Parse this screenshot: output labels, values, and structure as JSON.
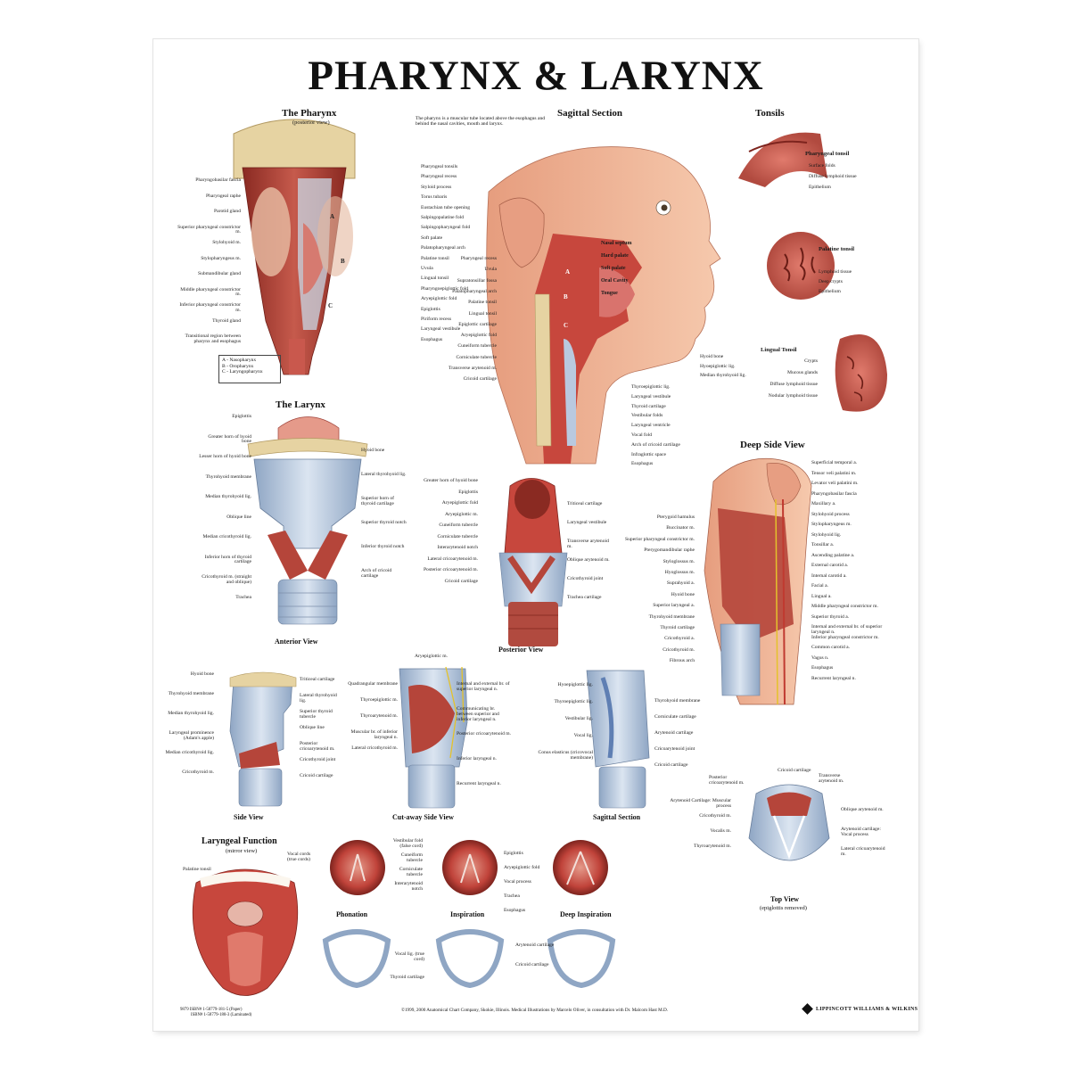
{
  "title": "PHARYNX & LARYNX",
  "colors": {
    "muscle": "#b5453a",
    "muscle_dark": "#7e241d",
    "cartilage": "#b9c9df",
    "bone": "#e6d3a2",
    "skin": "#f2b696",
    "mucosa": "#d9736d",
    "nerve": "#e4c22b"
  },
  "pharynx": {
    "title": "The Pharynx",
    "subtitle": "(posterior view)",
    "description": "The pharynx is a muscular tube located above the esophagus and behind the nasal cavities, mouth and larynx.",
    "left_labels": [
      "Pharyngobasilar fascia",
      "Pharyngeal raphe",
      "Parotid gland",
      "Superior pharyngeal constrictor m.",
      "Stylohyoid m.",
      "Stylopharyngeus m.",
      "Submandibular gland",
      "Middle pharyngeal constrictor m.",
      "Inferior pharyngeal constrictor m.",
      "Thyroid gland",
      "Transitional region between pharynx and esophagus"
    ],
    "right_labels": [
      "Pharyngeal tonsils",
      "Pharyngeal recess",
      "Styloid process",
      "Torus tubaris",
      "Eustachian tube opening",
      "Salpingopalatine fold",
      "Salpingopharyngeal fold",
      "Soft palate",
      "Palatopharyngeal arch",
      "Palatine tonsil",
      "Uvula",
      "Lingual tonsil",
      "Pharyngoepiglottic fold",
      "Aryepiglottic fold",
      "Epiglottis",
      "Piriform recess",
      "Laryngeal vestibule",
      "Esophagus"
    ],
    "legend": [
      "A - Nasopharynx",
      "B - Oropharynx",
      "C - Laryngopharynx"
    ],
    "region_letters": [
      "A",
      "B",
      "C"
    ]
  },
  "sagittal": {
    "title": "Sagittal Section",
    "left_labels": [
      "Pharyngeal recess",
      "Uvula",
      "Supratonsillar fossa",
      "Palatopharyngeal arch",
      "Palatine tonsil",
      "Lingual tonsil",
      "Epiglottic cartilage",
      "Aryepiglottic fold",
      "Cuneiform tubercle",
      "Corniculate tubercle",
      "Transverse arytenoid m.",
      "Cricoid cartilage"
    ],
    "inner_labels": [
      "Nasal septum",
      "Hard palate",
      "Soft palate",
      "Oral Cavity",
      "Tongue"
    ],
    "right_labels": [
      "Hyoid bone",
      "Hyoepiglottic lig.",
      "Median thyrohyoid lig."
    ],
    "bottom_labels": [
      "Thyroepiglottic lig.",
      "Laryngeal vestibule",
      "Thyroid cartilage",
      "Vestibular folds",
      "Laryngeal ventricle",
      "Vocal fold",
      "Arch of cricoid cartilage",
      "Infraglottic space",
      "Esophagus"
    ],
    "region_letters": [
      "A",
      "B",
      "C"
    ]
  },
  "tonsils": {
    "title": "Tonsils",
    "pharyngeal": {
      "name": "Pharyngeal tonsil",
      "labels": [
        "Surface folds",
        "Diffuse lymphoid tissue",
        "Epithelium"
      ]
    },
    "palatine": {
      "name": "Palatine tonsil",
      "labels": [
        "Lymphoid tissue",
        "Deep crypts",
        "Epithelium"
      ]
    },
    "lingual": {
      "name": "Lingual Tonsil",
      "labels": [
        "Crypts",
        "Mucous glands",
        "Diffuse lymphoid tissue",
        "Nodular lymphoid tissue"
      ]
    }
  },
  "larynx": {
    "title": "The Larynx",
    "anterior": {
      "caption": "Anterior View",
      "left_labels": [
        "Epiglottis",
        "Greater horn of hyoid bone",
        "Lesser horn of hyoid bone",
        "Thyrohyoid membrane",
        "Median thyrohyoid lig.",
        "Oblique line",
        "Median cricothyroid lig.",
        "Inferior horn of thyroid cartilage",
        "Cricothyroid m. (straight and oblique)",
        "Trachea"
      ],
      "right_labels": [
        "Hyoid bone",
        "Lateral thyrohyoid lig.",
        "Superior horn of thyroid cartilage",
        "Superior thyroid notch",
        "Inferior thyroid notch",
        "Arch of cricoid cartilage"
      ]
    },
    "posterior": {
      "caption": "Posterior View",
      "left_labels": [
        "Greater horn of hyoid bone",
        "Epiglottis",
        "Aryepiglottic fold",
        "Aryepiglottic m.",
        "Cuneiform tubercle",
        "Corniculate tubercle",
        "Interarytenoid notch",
        "Lateral cricoarytenoid m.",
        "Posterior cricoarytenoid m.",
        "Cricoid cartilage"
      ],
      "right_labels": [
        "Triticeal cartilage",
        "Laryngeal vestibule",
        "Transverse arytenoid m.",
        "Oblique arytenoid m.",
        "Cricothyroid joint",
        "Trachea cartilage"
      ]
    }
  },
  "deep_side": {
    "title": "Deep Side View",
    "left_labels": [
      "Pterygoid hamulus",
      "Buccinator m.",
      "Superior pharyngeal constrictor m.",
      "Pterygomandibular raphe",
      "Styloglossus m.",
      "Hyoglossus m.",
      "Suprahyoid a.",
      "Hyoid bone",
      "Superior laryngeal a.",
      "Thyrohyoid membrane",
      "Thyroid cartilage",
      "Cricothyroid a.",
      "Cricothyroid m.",
      "Fibrous arch"
    ],
    "right_labels": [
      "Superficial temporal a.",
      "Tensor veli palatini m.",
      "Levator veli palatini m.",
      "Pharyngobasilar fascia",
      "Maxillary a.",
      "Stylohyoid process",
      "Stylopharyngeus m.",
      "Stylohyoid lig.",
      "Tonsillar a.",
      "Ascending palatine a.",
      "External carotid a.",
      "Internal carotid a.",
      "Facial a.",
      "Lingual a.",
      "Middle pharyngeal constrictor m.",
      "Superior thyroid a.",
      "Internal and external br. of superior laryngeal n.",
      "Inferior pharyngeal constrictor m.",
      "Common carotid a.",
      "Vagus n.",
      "Esophagus",
      "Recurrent laryngeal n."
    ]
  },
  "side_view": {
    "caption": "Side View",
    "left_labels": [
      "Hyoid bone",
      "Thyrohyoid membrane",
      "Median thyrohyoid lig.",
      "Laryngeal prominence (Adam's apple)",
      "Median cricothyroid lig.",
      "Cricothyroid m."
    ],
    "right_labels": [
      "Triticeal cartilage",
      "Lateral thyrohyoid lig.",
      "Superior thyroid tubercle",
      "Oblique line",
      "Posterior cricoarytenoid m.",
      "Cricothyroid joint",
      "Cricoid cartilage"
    ]
  },
  "cutaway": {
    "caption": "Cut-away Side View",
    "top_label": "Aryepiglottic m.",
    "left_labels": [
      "Quadrangular membrane",
      "Thyroepiglottic m.",
      "Thyroarytenoid m.",
      "Muscular br. of inferior laryngeal n.",
      "Lateral cricothyroid m."
    ],
    "right_labels": [
      "Internal and external br. of superior laryngeal n.",
      "Communicating br. between superior and inferior laryngeal n.",
      "Posterior cricoarytenoid m.",
      "Inferior laryngeal n.",
      "Recurrent laryngeal n."
    ]
  },
  "sagittal_small": {
    "caption": "Sagittal Section",
    "left_labels": [
      "Hyoepiglottic lig.",
      "Thyroepiglottic lig.",
      "Vestibular lig.",
      "Vocal lig.",
      "Conus elasticus (cricovocal membrane)"
    ],
    "right_labels": [
      "Thyrohyoid membrane",
      "Corniculate cartilage",
      "Arytenoid cartilage",
      "Cricoarytenoid joint",
      "Cricoid cartilage"
    ]
  },
  "top_view": {
    "caption": "Top View",
    "subcaption": "(epiglottis removed)",
    "top_labels": [
      "Posterior cricoarytenoid m.",
      "Cricoid cartilage",
      "Transverse arytenoid m."
    ],
    "left_labels": [
      "Arytenoid Cartilage: Muscular process",
      "Cricothyroid m.",
      "Vocalis m.",
      "Thyroarytenoid m."
    ],
    "right_labels": [
      "Oblique arytenoid m.",
      "Arytenoid cartilage: Vocal process",
      "Lateral cricoarytenoid m."
    ]
  },
  "function": {
    "title": "Laryngeal Function",
    "subtitle": "(mirror view)",
    "mouth_labels": [
      "Palatine tonsil",
      "Vocal cords (true cords)"
    ],
    "mid_labels": [
      "Vestibular fold (false cord)",
      "Cuneiform tubercle",
      "Corniculate tubercle",
      "Interarytenoid notch"
    ],
    "right_labels": [
      "Epiglottis",
      "Aryepiglottic fold",
      "Vocal process",
      "Trachea",
      "Esophagus"
    ],
    "captions": [
      "Phonation",
      "Inspiration",
      "Deep Inspiration"
    ],
    "bottom_labels": [
      "Vocal lig. (true cord)",
      "Thyroid cartilage",
      "Arytenoid cartilage",
      "Cricoid cartilage"
    ]
  },
  "footer": {
    "isbn": [
      "9879  ISBN# 1-58779-181-5 (Paper)",
      "ISBN# 1-58779-180-3 (Laminated)"
    ],
    "credit": "©1999, 2000 Anatomical Chart Company, Skokie, Illinois. Medical Illustrations by Marcelo Oliver, in consultation with Dr. Malcom Hast M.D.",
    "publisher": "LIPPINCOTT WILLIAMS & WILKINS"
  }
}
